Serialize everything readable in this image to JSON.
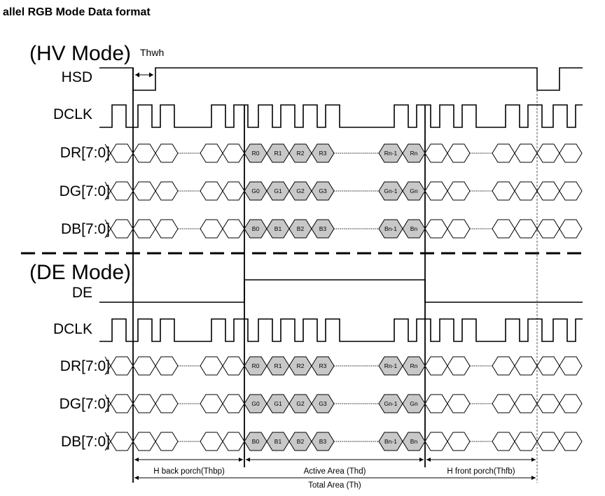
{
  "title": "allel RGB Mode Data format",
  "hv_section": {
    "heading": "(HV Mode)",
    "pulse_label": "Thwh",
    "signals": [
      "HSD",
      "DCLK",
      "DR[7:0]",
      "DG[7:0]",
      "DB[7:0]"
    ]
  },
  "de_section": {
    "heading": "(DE Mode)",
    "signals": [
      "DE",
      "DCLK",
      "DR[7:0]",
      "DG[7:0]",
      "DB[7:0]"
    ]
  },
  "data_cells": {
    "red": [
      "R0",
      "R1",
      "R2",
      "R3",
      "Rn-1",
      "Rn"
    ],
    "green": [
      "G0",
      "G1",
      "G2",
      "G3",
      "Gn-1",
      "Gn"
    ],
    "blue": [
      "B0",
      "B1",
      "B2",
      "B3",
      "Bn-1",
      "Bn"
    ]
  },
  "timing": {
    "back_porch": "H back porch(Thbp)",
    "active_area": "Active Area (Thd)",
    "front_porch": "H front porch(Thfb)",
    "total_area": "Total Area (Th)"
  },
  "colors": {
    "line": "#000000",
    "active_cell_fill": "#c8c8c8",
    "idle_cell_fill": "#ffffff"
  }
}
